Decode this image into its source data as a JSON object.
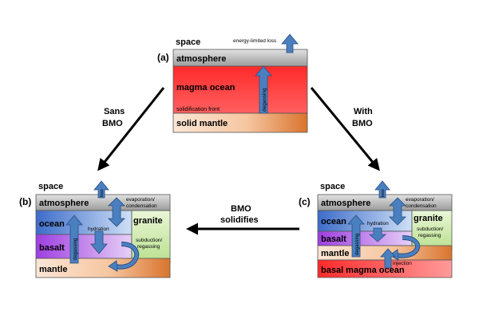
{
  "panel_a": {
    "label": "(a)",
    "space": "space",
    "atmosphere": "atmosphere",
    "energy_loss": "energy-limited loss",
    "magma_ocean": "magma ocean",
    "degassing": "degassing",
    "solidification_front": "solidification front",
    "solid_mantle": "solid mantle"
  },
  "arrows": {
    "sans_line1": "Sans",
    "sans_line2": "BMO",
    "with_line1": "With",
    "with_line2": "BMO",
    "solidifies_line1": "BMO",
    "solidifies_line2": "solidifies"
  },
  "panel_b": {
    "label": "(b)",
    "space": "space",
    "atmosphere": "atmosphere",
    "loss": "loss",
    "evap_line1": "evaporation/",
    "evap_line2": "condensation",
    "ocean": "ocean",
    "hydration": "hydration",
    "granite": "granite",
    "degassing": "degassing",
    "basalt": "basalt",
    "subduction_line1": "subduction/",
    "subduction_line2": "regassing",
    "mantle": "mantle"
  },
  "panel_c": {
    "label": "(c)",
    "space": "space",
    "atmosphere": "atmosphere",
    "loss": "loss",
    "evap_line1": "evaporation/",
    "evap_line2": "condensation",
    "ocean": "ocean",
    "hydration": "hydration",
    "granite": "granite",
    "degassing": "degassing",
    "basalt": "basalt",
    "subduction_line1": "subduction/",
    "subduction_line2": "regassing",
    "mantle": "mantle",
    "injection": "injection",
    "basal_magma_ocean": "basal magma ocean"
  }
}
